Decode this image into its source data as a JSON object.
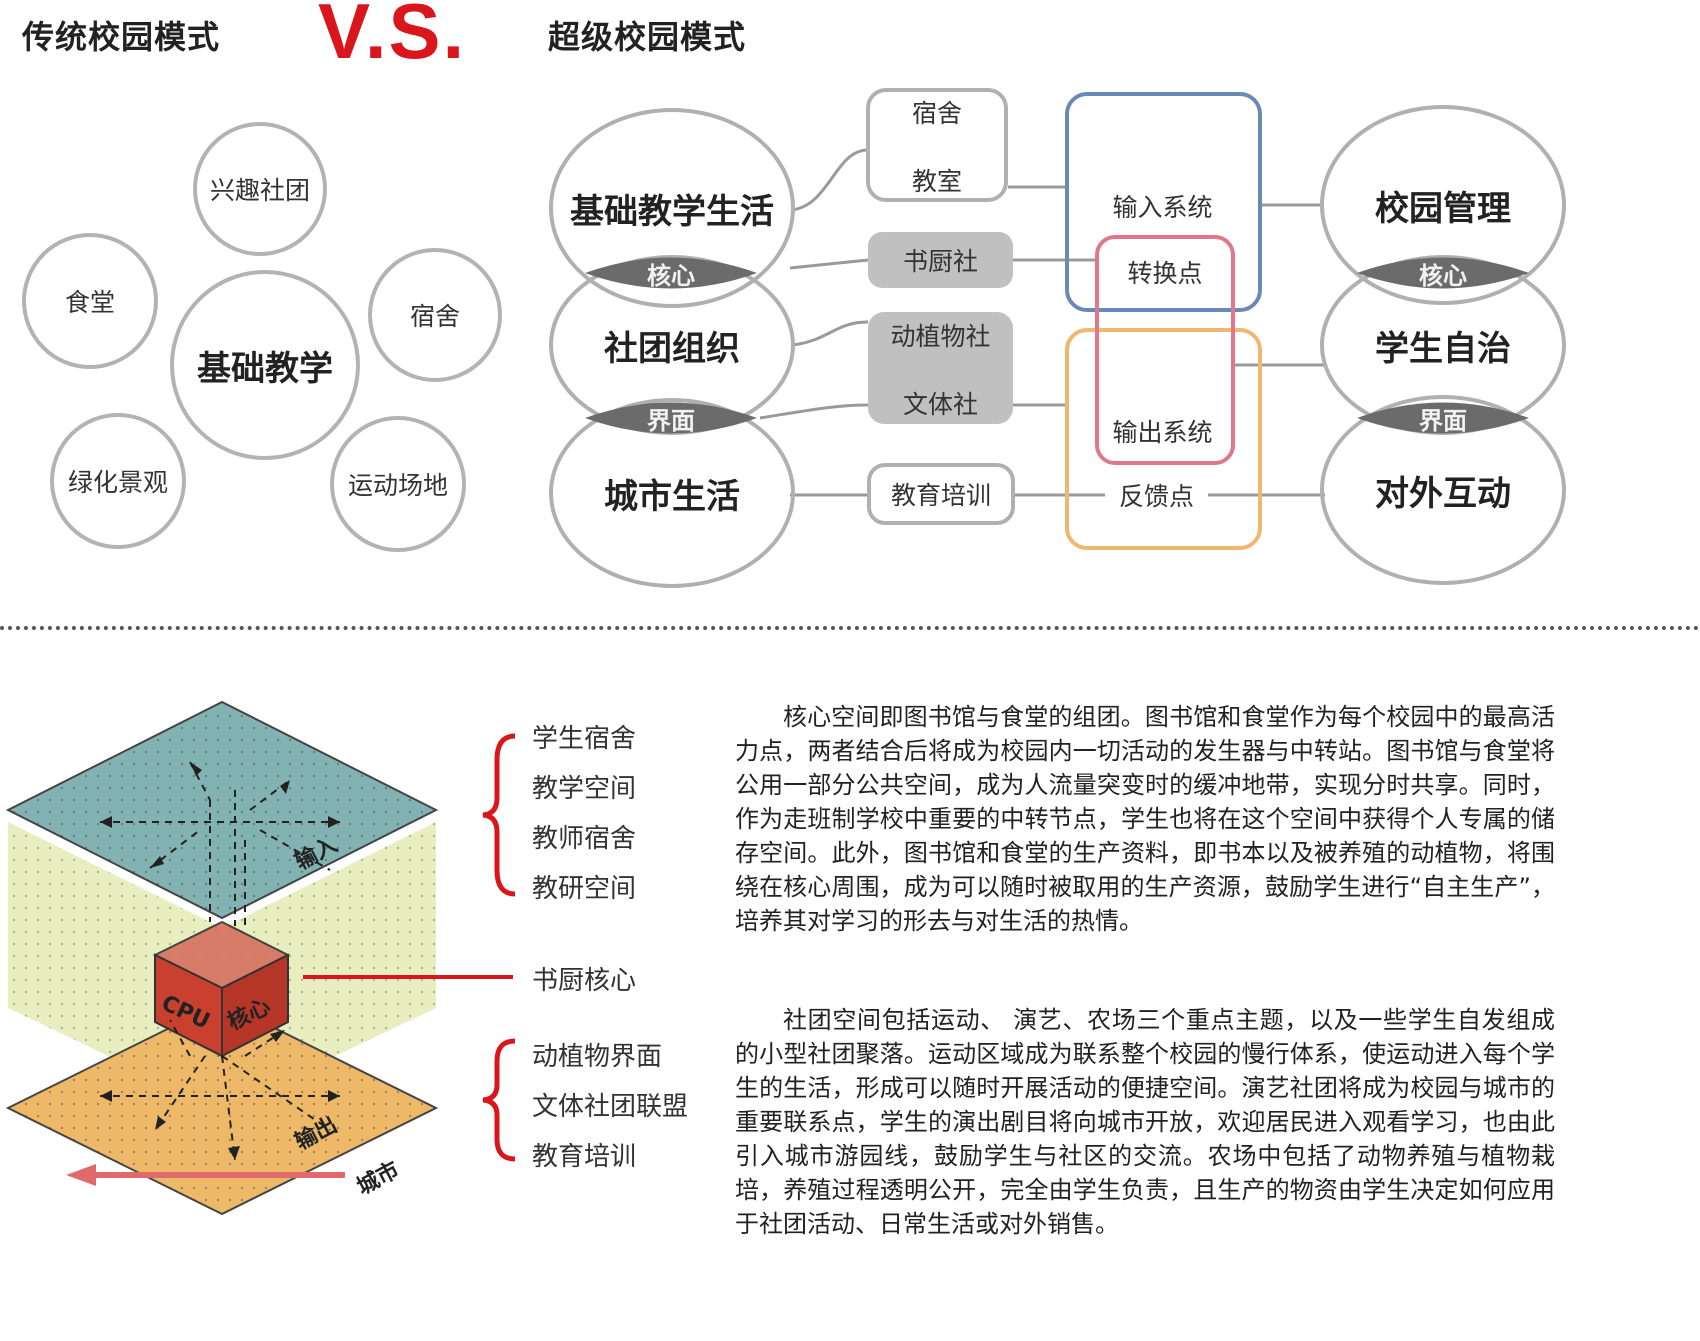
{
  "header": {
    "left_title": "传统校园模式",
    "vs": "V.S.",
    "right_title": "超级校园模式"
  },
  "traditional": {
    "center": "基础教学",
    "satellites": [
      "兴趣社团",
      "食堂",
      "宿舍",
      "绿化景观",
      "运动场地"
    ]
  },
  "super_campus": {
    "left_nodes": [
      "基础教学生活",
      "社团组织",
      "城市生活"
    ],
    "left_tags": [
      "核心",
      "界面"
    ],
    "right_nodes": [
      "校园管理",
      "学生自治",
      "对外互动"
    ],
    "right_tags": [
      "核心",
      "界面"
    ],
    "middle_boxes": [
      "宿舍",
      "教室",
      "书厨社",
      "动植物社",
      "文体社",
      "教育培训"
    ],
    "system_labels": [
      "输入系统",
      "转换点",
      "输出系统",
      "反馈点"
    ],
    "colors": {
      "input": "#6a8ab6",
      "convert": "#e0788a",
      "output": "#efb86e",
      "tag": "#6b6b6b",
      "gray_box": "#c0c0c0"
    }
  },
  "diagram": {
    "top_plane_label": "输入",
    "cube_labels": [
      "CPU",
      "核心"
    ],
    "bottom_plane_label": "输出",
    "city_label": "城市",
    "colors": {
      "top": "#83b2b2",
      "cube": "#c9402f",
      "bottom": "#edb868",
      "side": "#e8eec0",
      "arrow": "#e06a6a"
    }
  },
  "legend": {
    "group1": [
      "学生宿舍",
      "教学空间",
      "教师宿舍",
      "教研空间"
    ],
    "core": "书厨核心",
    "group2": [
      "动植物界面",
      "文体社团联盟",
      "教育培训"
    ]
  },
  "description": {
    "p1": "核心空间即图书馆与食堂的组团。图书馆和食堂作为每个校园中的最高活力点，两者结合后将成为校园内一切活动的发生器与中转站。图书馆与食堂将公用一部分公共空间，成为人流量突变时的缓冲地带，实现分时共享。同时，作为走班制学校中重要的中转节点，学生也将在这个空间中获得个人专属的储存空间。此外，图书馆和食堂的生产资料，即书本以及被养殖的动植物，将围绕在核心周围，成为可以随时被取用的生产资源，鼓励学生进行“自主生产”，培养其对学习的形去与对生活的热情。",
    "p2": "社团空间包括运动、 演艺、农场三个重点主题，以及一些学生自发组成的小型社团聚落。运动区域成为联系整个校园的慢行体系，使运动进入每个学生的生活，形成可以随时开展活动的便捷空间。演艺社团将成为校园与城市的重要联系点，学生的演出剧目将向城市开放，欢迎居民进入观看学习，也由此引入城市游园线，鼓励学生与社区的交流。农场中包括了动物养殖与植物栽培，养殖过程透明公开，完全由学生负责，且生产的物资由学生决定如何应用于社团活动、日常生活或对外销售。"
  }
}
